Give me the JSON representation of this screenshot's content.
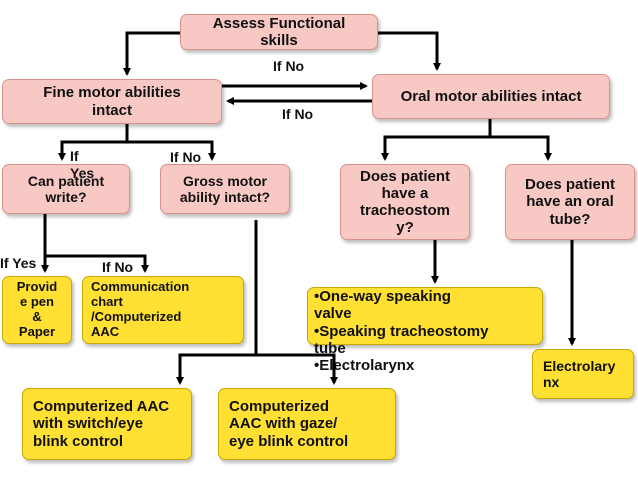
{
  "colors": {
    "decision_box": "#f8c9c4",
    "outcome_box": "#ffe033",
    "arrow": "#000000"
  },
  "nodes": {
    "assess": "Assess Functional\nskills",
    "fine_motor": "Fine motor abilities\nintact",
    "oral_motor": "Oral motor abilities intact",
    "can_write": "Can patient\nwrite?",
    "gross_motor": "Gross motor\nability intact?",
    "tracheostomy": "Does patient\nhave a\ntracheostom\ny?",
    "oral_tube": "Does patient\nhave an oral\ntube?",
    "pen_paper": "Provid\ne pen\n&\nPaper",
    "communication_chart": "Communication\nchart\n/Computerized\nAAC",
    "speaking_options": "•One-way speaking\nvalve\n•Speaking tracheostomy\ntube\n•Electrolarynx",
    "electrolarynx": "Electrolary\nnx",
    "aac_switch": "Computerized AAC\nwith switch/eye\nblink control",
    "aac_gaze": "Computerized\nAAC with gaze/\neye blink control"
  },
  "edge_labels": {
    "assess_no": "If No",
    "oral_to_fine_no": "If No",
    "fine_yes": "If\nYes",
    "fine_no": "If No",
    "write_yes": "If Yes",
    "write_no": "If No"
  }
}
